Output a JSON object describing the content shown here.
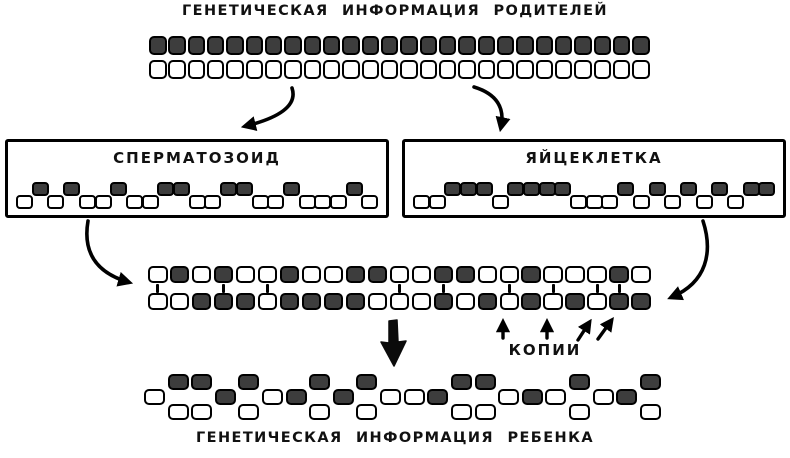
{
  "titles": {
    "top": "ГЕНЕТИЧЕСКАЯ ИНФОРМАЦИЯ РОДИТЕЛЕЙ",
    "bottom": "ГЕНЕТИЧЕСКАЯ ИНФОРМАЦИЯ РЕБЕНКА"
  },
  "labels": {
    "sperm_box": "СПЕРМАТОЗОИД",
    "egg_box": "ЯЙЦЕКЛЕТКА",
    "copies": "КОПИИ"
  },
  "colors": {
    "ink": "#000000",
    "bead_dark": "#3d3d3d",
    "bead_white": "#ffffff",
    "background": "#ffffff"
  },
  "diagram": {
    "sequence_key": {
      "x": "dark-bead",
      "o": "white-bead"
    },
    "parent_rows": {
      "dark_row_count": 26,
      "white_row_count": 26
    },
    "sperm_sequence": "oxoxooxooxxooxxooxoooxo",
    "egg_sequence": "ooxxxoxxxxoooxoxoxoxoxx",
    "middle_top_sequence": "oxoxooxooxxooxxooxoooxo",
    "middle_bottom_sequence": "ooxxxoxxxxoooxoxoxoxoxx",
    "match_tick_indices": [
      0,
      3,
      5,
      11,
      13,
      16,
      18,
      20,
      21
    ],
    "copy_arrow_target_indices": [
      16,
      18,
      20,
      21
    ],
    "child_pattern_key": {
      "w": "white-middle",
      "d": "dark-middle",
      "P": "dark-top-white-bottom"
    },
    "child_pattern": "wPPdPwdPdPwwdPPwdwPwdP"
  }
}
